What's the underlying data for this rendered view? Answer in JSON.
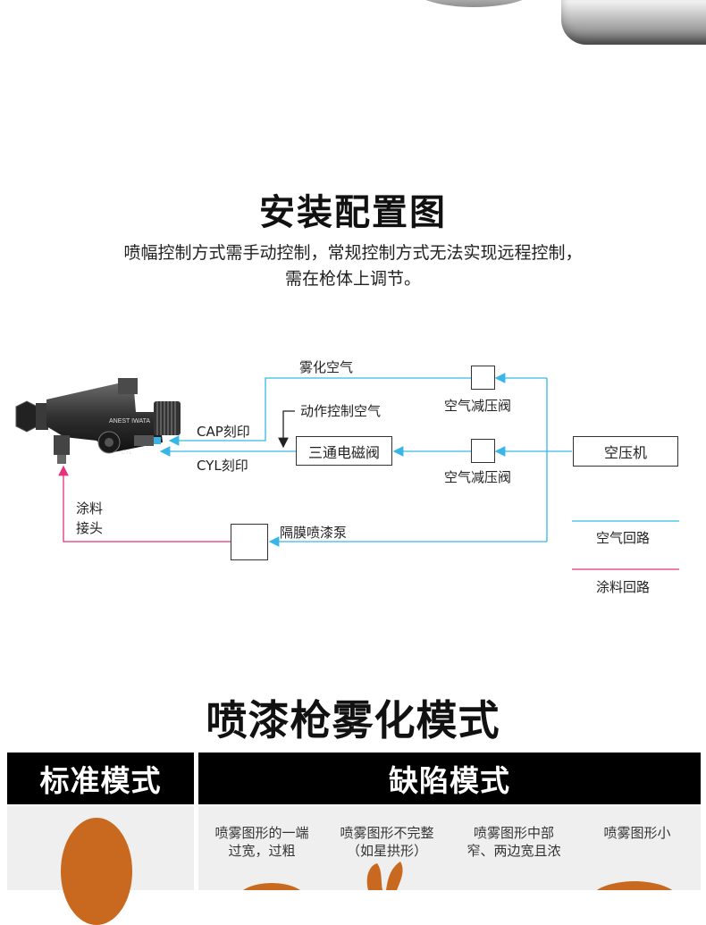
{
  "section1": {
    "title": "安装配置图",
    "desc_line1": "喷幅控制方式需手动控制，常规控制方式无法实现远程控制，",
    "desc_line2": "需在枪体上调节。"
  },
  "diagram": {
    "atomizing_air": "雾化空气",
    "action_air": "动作控制空气",
    "cap_mark": "CAP刻印",
    "cyl_mark": "CYL刻印",
    "reducer_top": "空气减压阀",
    "reducer_bottom": "空气减压阀",
    "solenoid_valve": "三通电磁阀",
    "compressor": "空压机",
    "paint_joint_1": "涂料",
    "paint_joint_2": "接头",
    "pump": "隔膜喷漆泵",
    "gun_brand": "ANEST IWATA",
    "gun_cyl": "CYL",
    "legend": {
      "air": "空气回路",
      "paint": "涂料回路",
      "air_color": "#38b6e8",
      "paint_color": "#e6317b"
    }
  },
  "section2": {
    "title": "喷漆枪雾化模式",
    "standard": "标准模式",
    "defect": "缺陷模式",
    "defects": [
      {
        "line1": "喷雾图形的一端",
        "line2": "过宽，过粗"
      },
      {
        "line1": "喷雾图形不完整",
        "line2": "（如星拱形）"
      },
      {
        "line1": "喷雾图形中部",
        "line2": "窄、两边宽且浓"
      },
      {
        "line1": "喷雾图形小",
        "line2": ""
      }
    ],
    "spray_color": "#c8691f"
  }
}
